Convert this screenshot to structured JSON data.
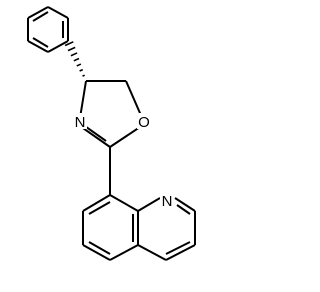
{
  "molecule": {
    "atoms": {
      "nitrogen_oxazoline": "N",
      "oxygen_oxazoline": "O",
      "nitrogen_quinoline": "N"
    },
    "stereo_bond": "hashed wedge",
    "colors": {
      "bond": "#000000",
      "background": "#ffffff"
    }
  }
}
